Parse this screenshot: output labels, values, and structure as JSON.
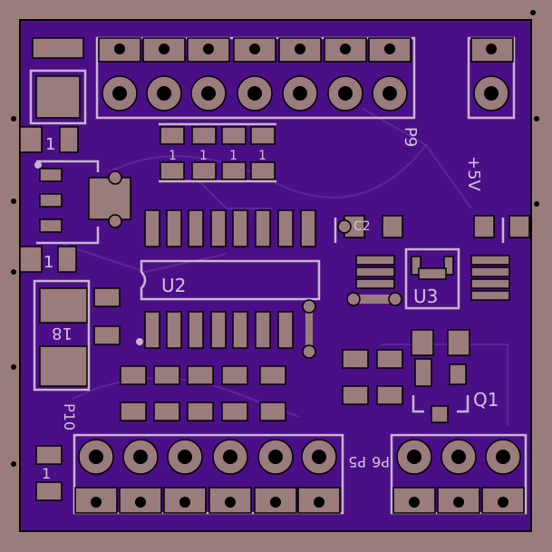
{
  "board": {
    "colors": {
      "frame": "#9a7c7c",
      "board": "#4a0f86",
      "copper": "#9a7c7c",
      "silkscreen": "#d2c4d6",
      "outline": "#000000"
    },
    "labels": {
      "u2": "U2",
      "u3": "U3",
      "q1": "Q1",
      "p9": "P9",
      "p5": "P5",
      "p6": "P6",
      "p10": "P10",
      "plus5v": "+5V",
      "c2": "C2",
      "r1": "1",
      "r2": "1",
      "r3": "1",
      "r4": "1",
      "r5": "1",
      "r6": "1",
      "r7": "18",
      "r8": "1"
    }
  }
}
